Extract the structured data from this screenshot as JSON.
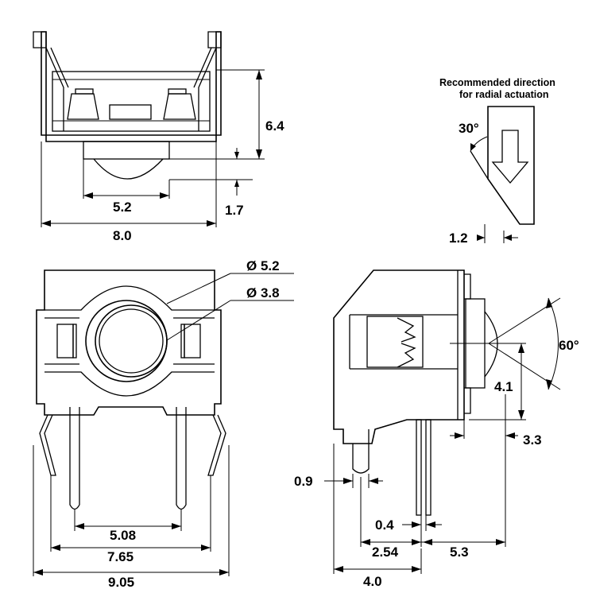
{
  "top_view": {
    "dimensions": {
      "height": "6.4",
      "button_width": "5.2",
      "protrusion": "1.7",
      "body_width": "8.0"
    }
  },
  "front_view": {
    "dimensions": {
      "outer_diameter": "Ø 5.2",
      "inner_diameter": "Ø 3.8",
      "pin_pitch": "5.08",
      "leg_span": "7.65",
      "overall_width": "9.05"
    }
  },
  "side_view": {
    "dimensions": {
      "angle": "60°",
      "height": "4.1",
      "offset": "3.3",
      "pin_width": "0.9",
      "pin_thickness": "0.4",
      "pin_spacing": "2.54",
      "front_distance": "5.3",
      "depth": "4.0"
    }
  },
  "actuation_note": {
    "line1": "Recommended direction",
    "line2": "for radial actuation",
    "angle": "30°",
    "gap": "1.2"
  }
}
